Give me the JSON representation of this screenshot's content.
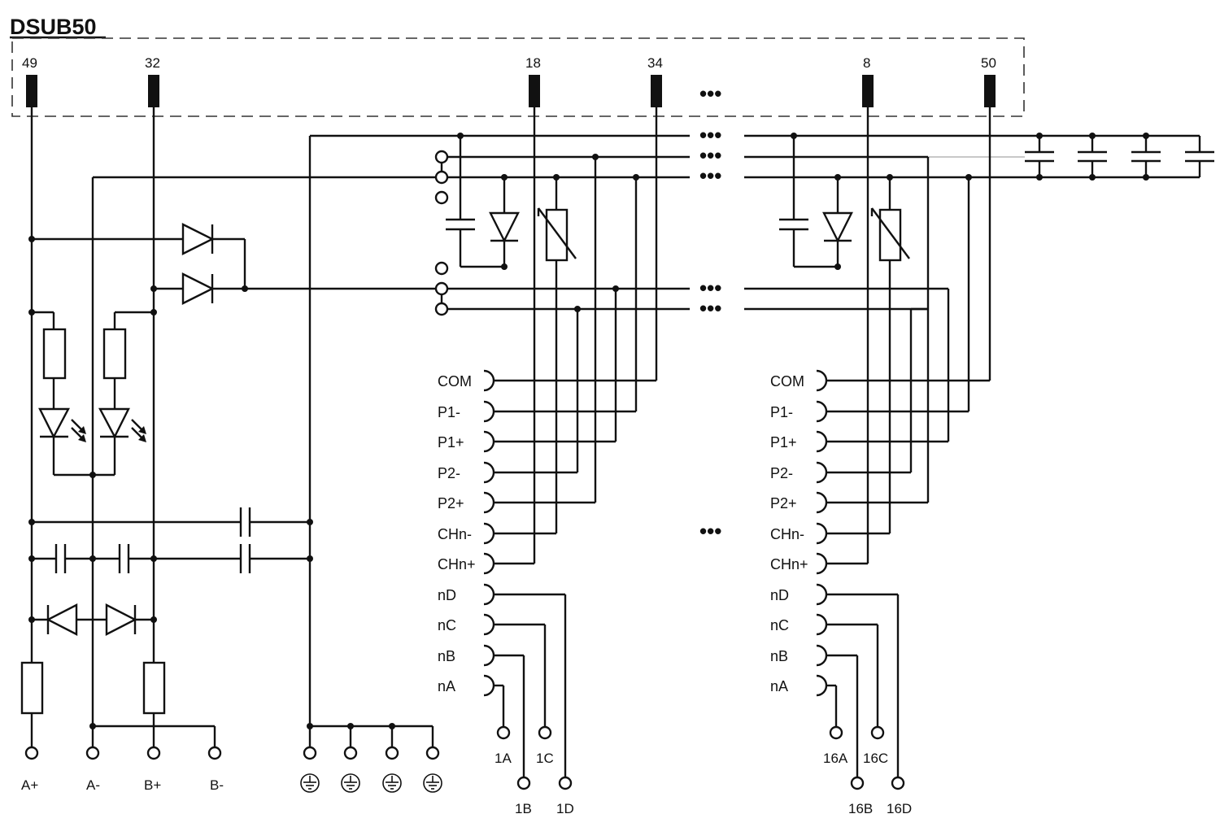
{
  "header": {
    "title": "DSUB50"
  },
  "dsub_pins": [
    "49",
    "32",
    "18",
    "34",
    "8",
    "50"
  ],
  "bus_terminals": [
    "A+",
    "A-",
    "B+",
    "B-"
  ],
  "ground_terminals": [
    "ground-1",
    "ground-2",
    "ground-3",
    "ground-4"
  ],
  "channel_groups": [
    {
      "signals": [
        "COM",
        "P1-",
        "P1+",
        "P2-",
        "P2+",
        "CHn-",
        "CHn+",
        "nD",
        "nC",
        "nB",
        "nA"
      ],
      "terminals": [
        "1A",
        "1C",
        "1B",
        "1D"
      ]
    },
    {
      "signals": [
        "COM",
        "P1-",
        "P1+",
        "P2-",
        "P2+",
        "CHn-",
        "CHn+",
        "nD",
        "nC",
        "nB",
        "nA"
      ],
      "terminals": [
        "16A",
        "16C",
        "16B",
        "16D"
      ]
    }
  ],
  "continuation_marker": "•••"
}
